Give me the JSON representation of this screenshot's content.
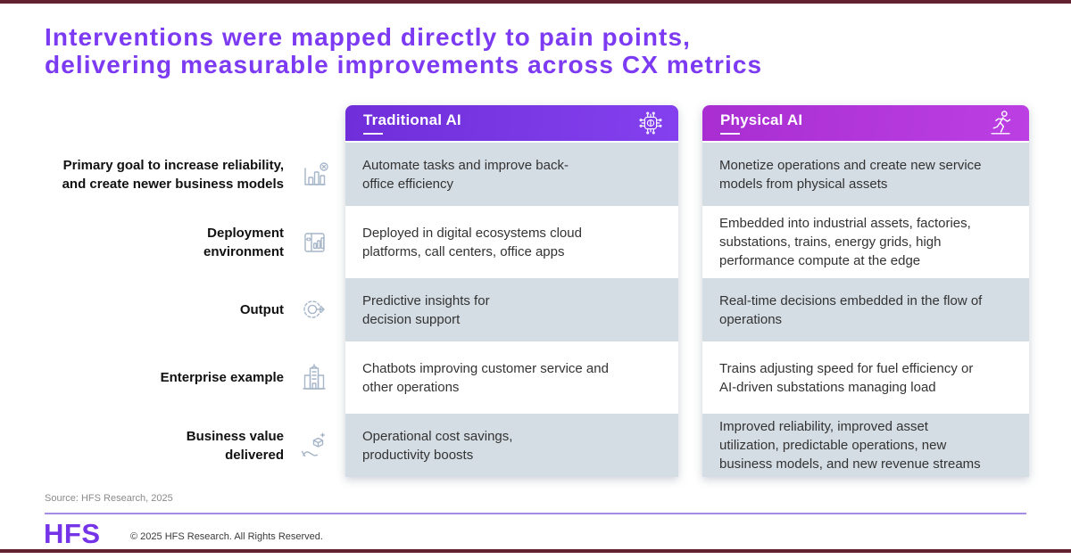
{
  "page": {
    "title_line1": "Interventions were mapped directly to pain points,",
    "title_line2": "delivering measurable improvements across CX metrics"
  },
  "table": {
    "row_labels": [
      {
        "label": "Primary goal to increase reliability,\nand create newer business models",
        "icon": "bar-chart-target-icon"
      },
      {
        "label": "Deployment\nenvironment",
        "icon": "dashboard-window-icon"
      },
      {
        "label": "Output",
        "icon": "gear-arrow-icon"
      },
      {
        "label": "Enterprise example",
        "icon": "enterprise-building-icon"
      },
      {
        "label": "Business value\ndelivered",
        "icon": "hand-gift-icon"
      }
    ],
    "columns": [
      {
        "header": "Traditional AI",
        "icon": "ai-chip-icon",
        "header_color": "#7b36e6",
        "cells": [
          "Automate tasks and improve back-\noffice efficiency",
          "Deployed in digital ecosystems cloud\nplatforms, call centers, office apps",
          "Predictive insights for\ndecision support",
          "Chatbots improving customer service and\nother operations",
          "Operational cost savings,\nproductivity boosts"
        ]
      },
      {
        "header": "Physical AI",
        "icon": "running-person-icon",
        "header_color": "#b238dc",
        "cells": [
          "Monetize operations and create new service\nmodels from physical assets",
          "Embedded into industrial assets, factories,\nsubstations, trains, energy grids, high\nperformance compute at the edge",
          "Real-time decisions embedded in the flow of\noperations",
          "Trains adjusting speed for fuel efficiency or\nAI-driven substations managing load",
          "Improved reliability, improved asset\nutilization, predictable operations, new\nbusiness models, and new revenue streams"
        ]
      }
    ]
  },
  "footer": {
    "source": "Source: HFS Research, 2025",
    "logo": "HFS",
    "copyright": "© 2025 HFS Research. All Rights Reserved."
  },
  "colors": {
    "title_purple": "#7c3af2",
    "row_gray": "#d5dde4",
    "footer_line_purple": "#a78be0",
    "logo_purple": "#7634e8",
    "edge_bar_maroon": "#63202e"
  }
}
